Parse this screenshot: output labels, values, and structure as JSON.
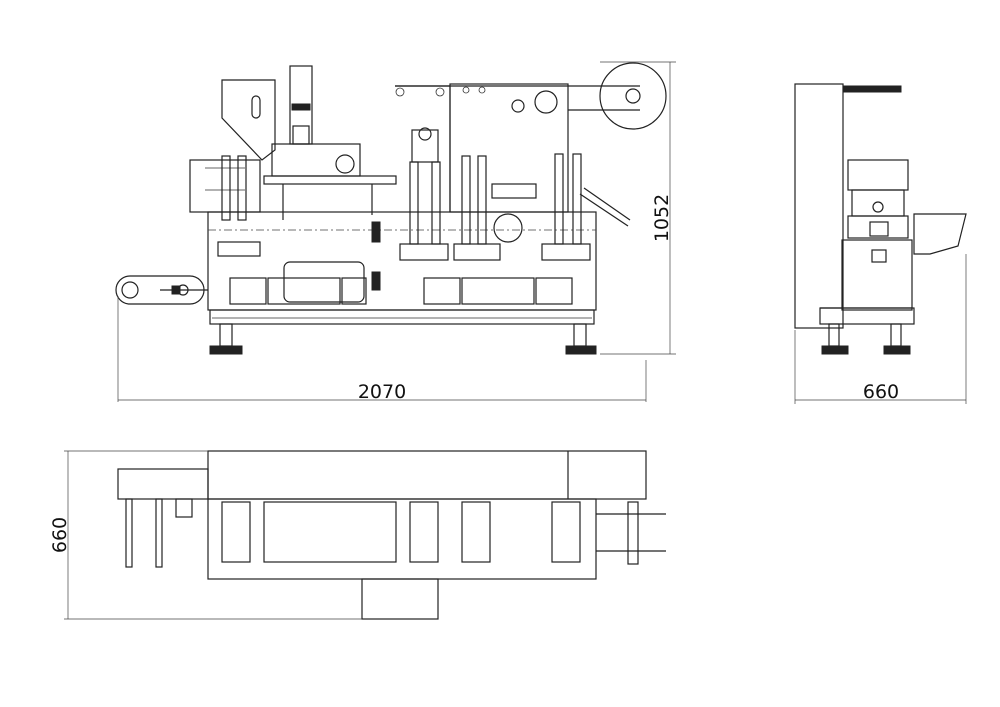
{
  "dimensions": {
    "front_width": "2070",
    "front_height": "1052",
    "side_depth": "660",
    "top_depth": "660"
  }
}
